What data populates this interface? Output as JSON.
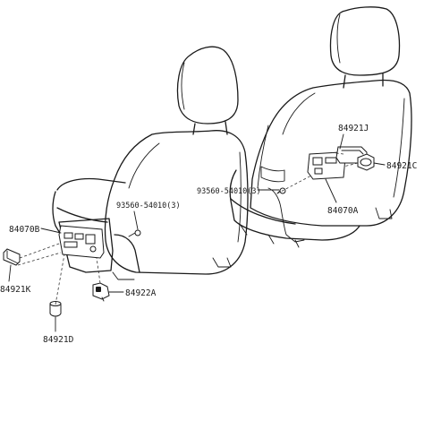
{
  "labels": {
    "p84070B": "84070B",
    "p84921K": "84921K",
    "p84921D": "84921D",
    "p84922A": "84922A",
    "p93560_left": "93560-54010(3)",
    "p93560_right": "93560-54010(3)",
    "p84921J": "84921J",
    "p84921C": "84921C",
    "p84070A": "84070A"
  }
}
